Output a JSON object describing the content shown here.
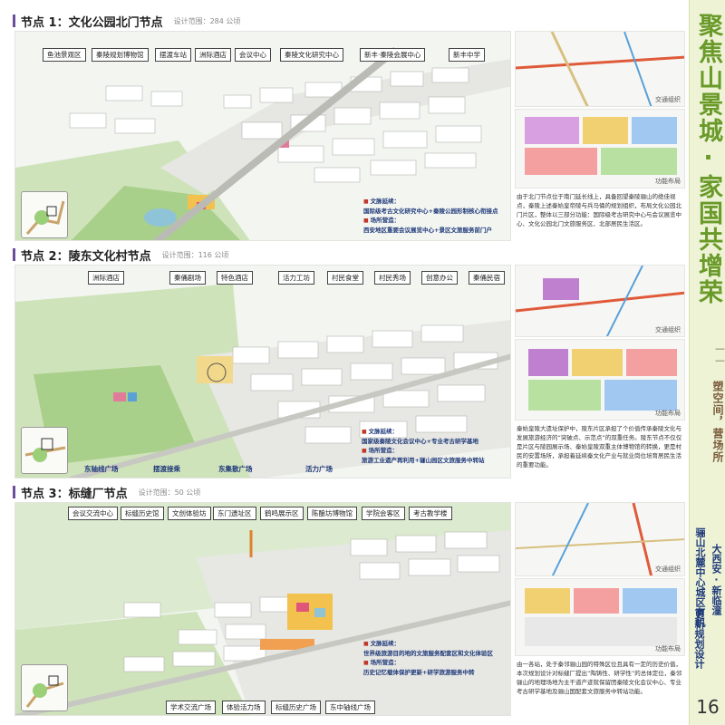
{
  "title": {
    "main": "聚焦山景城·家国共增荣",
    "dash": "——",
    "sub": "塑空间，营场所",
    "project": "骊山北麓中心城区有机",
    "project2": "更新规划设计",
    "city": "大西安·新临潼",
    "page_number": "16"
  },
  "node1": {
    "title": "节点 1：文化公园北门节点",
    "scope": "设计范围：284 公顷",
    "labels": [
      "鱼池景观区",
      "秦陵规划博物馆",
      "摆渡车站",
      "洲际酒店",
      "会议中心",
      "秦陵文化研究中心",
      "新丰·秦陵会展中心",
      "新丰中学"
    ],
    "legend": {
      "h1": "文脉延续：",
      "v1": "国际级考古文化研究中心+秦陵公园形制核心衔接点",
      "h2": "场所营造：",
      "v2": "西安地区重要会议展览中心+景区文旅服务前门户"
    },
    "captions": [
      "交通组织",
      "功能布局"
    ],
    "text": "由于北门节点位于南门延长线上，具备回望秦陵骊山的绝佳视点，秦陵上述秦始皇帝陵与兵马俑的规划组织，布局文化公园北门片区，整体以三部分功能：国际级考古研究中心与会议展览中心、文化公园北门文旅服务区、北部居民生活区。"
  },
  "node2": {
    "title": "节点 2：陵东文化村节点",
    "scope": "设计范围：116 公顷",
    "labels": [
      "洲际酒店",
      "秦俑剧场",
      "特色酒店",
      "活力工坊",
      "村民食堂",
      "村民秀场",
      "创意办公",
      "秦俑民宿"
    ],
    "bottom_labels": [
      "东轴线广场",
      "摆渡接乘",
      "东集散广场",
      "活力广场"
    ],
    "legend": {
      "h1": "文脉延续：",
      "v1": "国家级秦陵文化会议中心+专业考古研学基地",
      "h2": "场所营造：",
      "v2": "旅游工业遗产再利用+骊山园区文旅服务中转站"
    },
    "captions": [
      "交通组织",
      "功能布局"
    ],
    "text": "秦始皇陵大遗址保护中，陵东片区承担了个价值传承秦陵文化与发展旅游经济的“突破点、示范点”的双重任务。陵东节点不仅仅是片区与陵园展示场、秦始皇陵双重主体博物馆的转换，更是村民的安置场所，承担着延续秦文化产业与就业岗位培育居民生活的重要功能。"
  },
  "node3": {
    "title": "节点 3：标缝厂节点",
    "scope": "设计范围：50 公顷",
    "labels": [
      "会议交流中心",
      "标缝历史馆",
      "文创体验坊",
      "东门遗址区",
      "鹤鸣展示区",
      "陈酿坊博物馆",
      "学院会客区",
      "考古教学楼"
    ],
    "bottom_labels": [
      "学术交流广场",
      "体验活力场",
      "标缝历史广场",
      "东中轴线广场"
    ],
    "legend": {
      "h1": "文脉延续：",
      "v1": "世界级旅游目的地的文旅服务配套区和文化体验区",
      "h2": "场所营造：",
      "v2": "历史记忆载体保护更新+研学旅游服务中转"
    },
    "captions": [
      "交通组织",
      "功能布局"
    ],
    "text": "由一各站，处于秦邻骊山园的特殊区位且具有一定的历史价值，本次规划设计对标缝厂提出“陶铸性、研学性”的总体定位，秦邻骊山的地理场地为主干道产迹就保留团秦陵文化会议中心、专业考古研学基地及骊山国配套文旅服务中转站功能。"
  }
}
